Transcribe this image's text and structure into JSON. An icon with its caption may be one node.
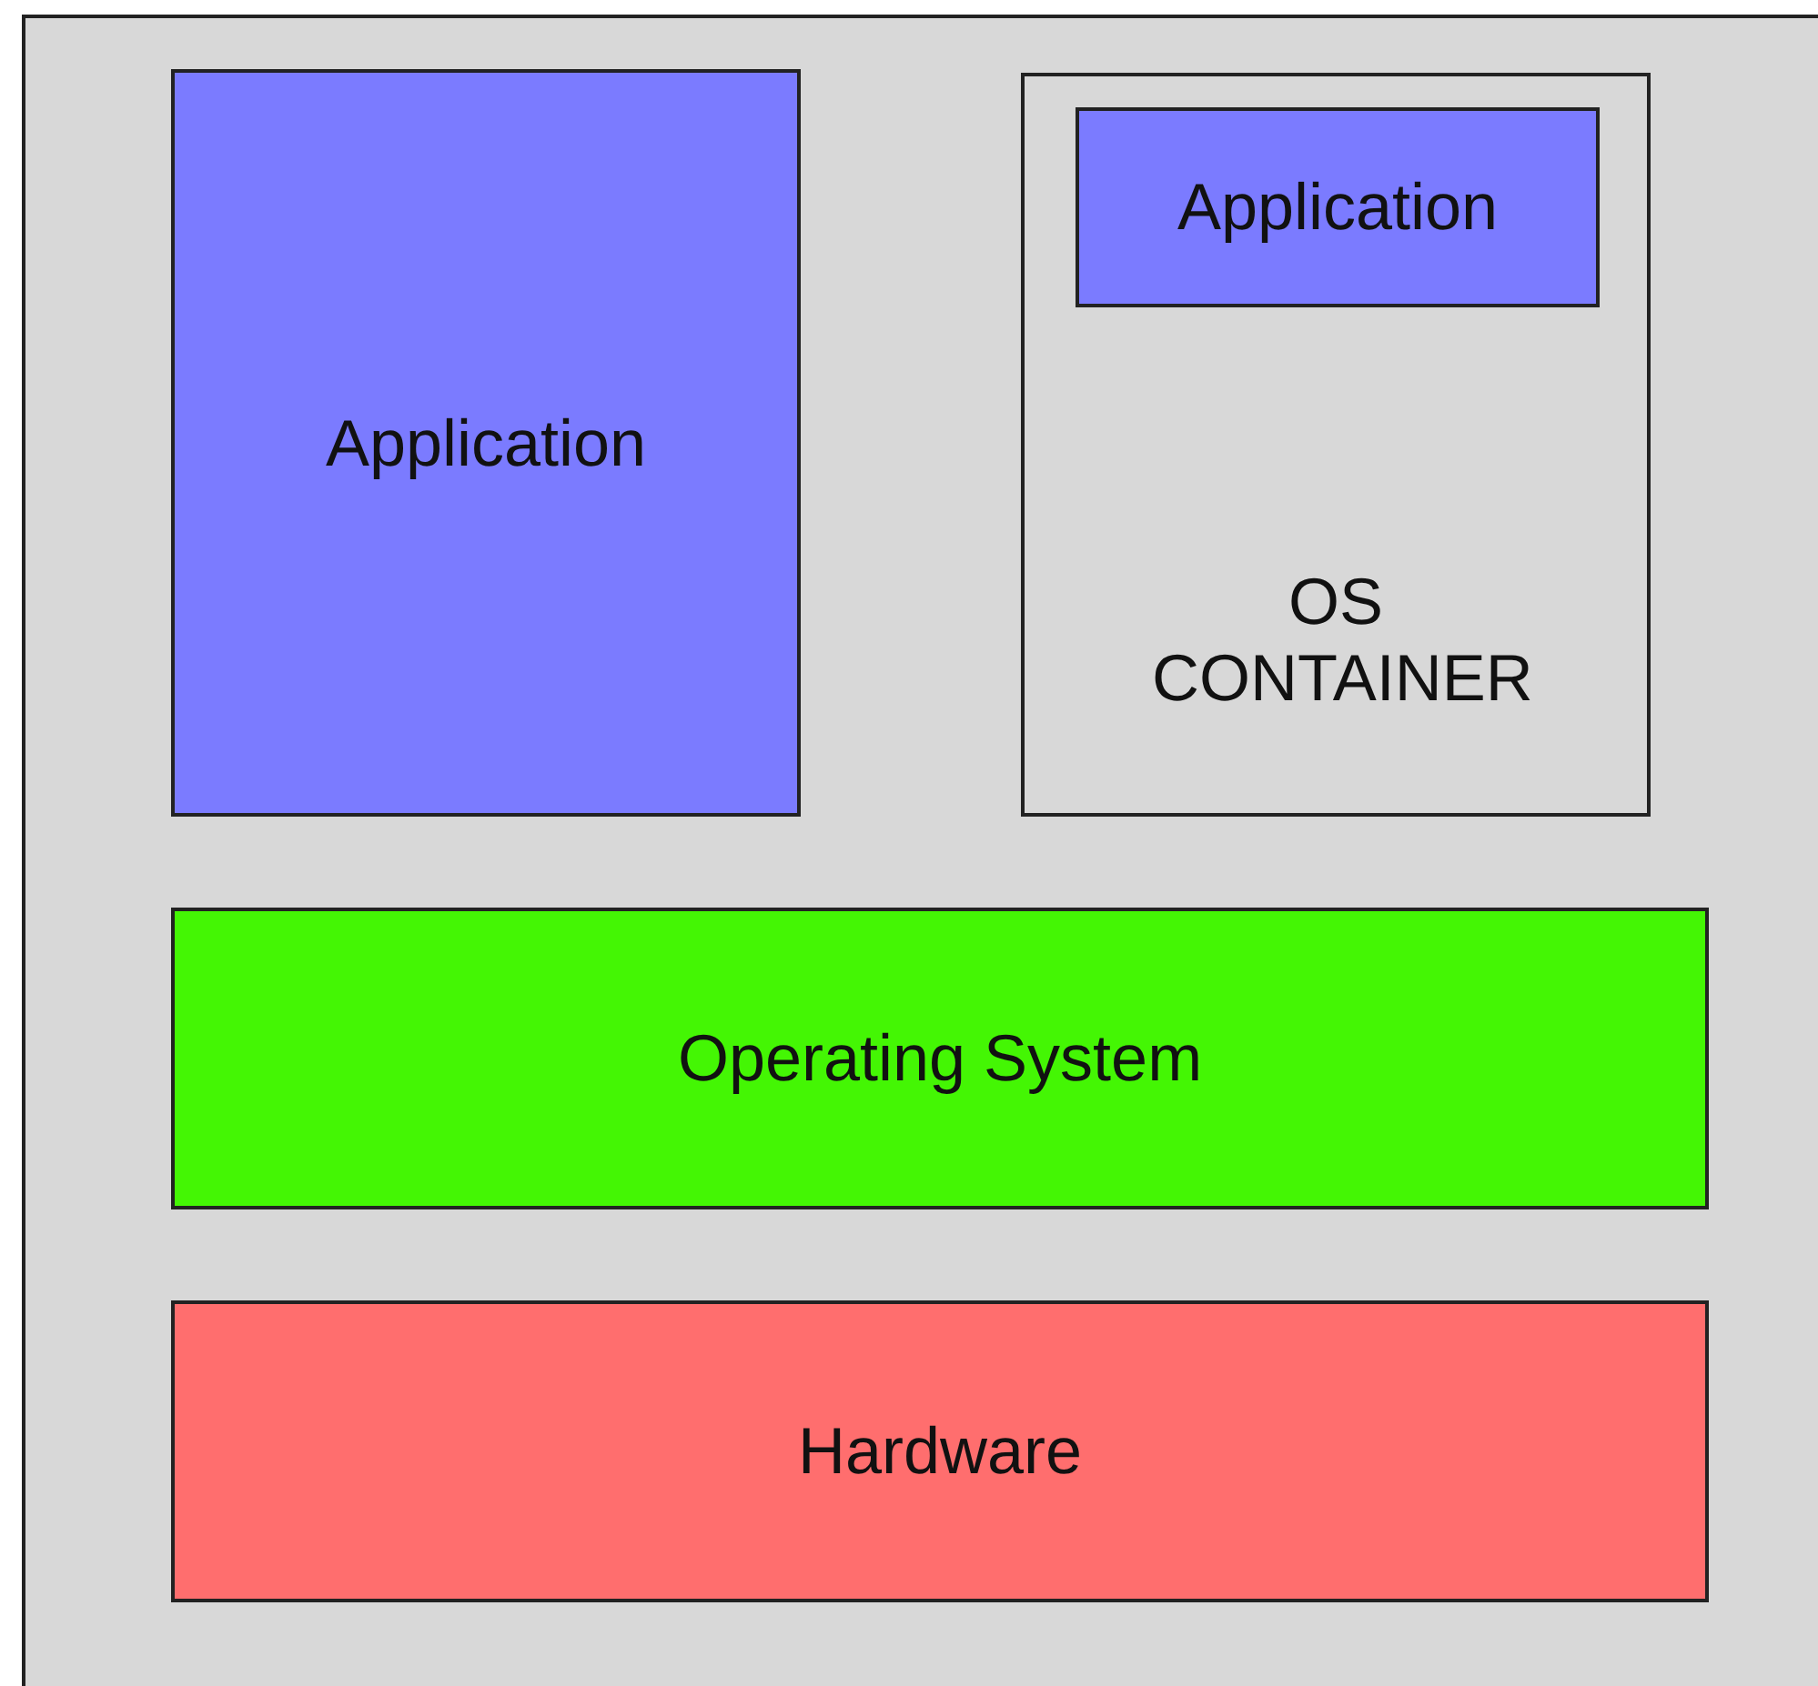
{
  "diagram": {
    "nodes": [
      {
        "text": [],
        "shape": "box"
      },
      {
        "text": [
          "Application"
        ],
        "in": 0
      },
      {
        "text": [
          "OS CONTAINER"
        ],
        "in": 0
      },
      {
        "text": [
          "Application"
        ],
        "in": 2
      },
      {
        "text": [
          "Operating System"
        ],
        "in": 0
      },
      {
        "text": [
          "Hardware"
        ],
        "in": 0
      }
    ]
  }
}
